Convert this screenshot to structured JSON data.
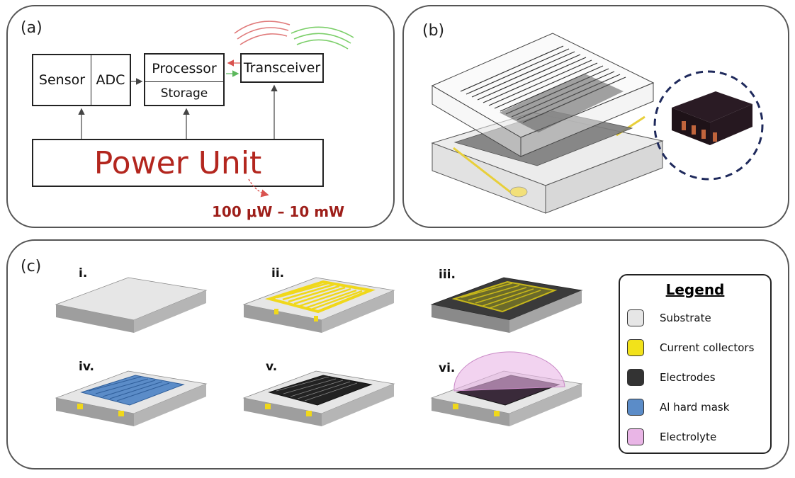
{
  "panel_a": {
    "label": "(a)",
    "sensor": "Sensor",
    "adc": "ADC",
    "processor": "Processor",
    "storage": "Storage",
    "transceiver": "Transceiver",
    "power_unit": "Power Unit",
    "power_range": "100 μW – 10 mW",
    "colors": {
      "power_text": "#b3261e",
      "arrow_red": "#d9534f",
      "arrow_green": "#5cb85c"
    }
  },
  "panel_b": {
    "label": "(b)"
  },
  "panel_c": {
    "label": "(c)",
    "steps": [
      "i.",
      "ii.",
      "iii.",
      "iv.",
      "v.",
      "vi."
    ],
    "legend": {
      "title": "Legend",
      "items": [
        {
          "label": "Substrate",
          "color": "#e6e6e6"
        },
        {
          "label": "Current collectors",
          "color": "#f2e21a"
        },
        {
          "label": "Electrodes",
          "color": "#333333"
        },
        {
          "label": "Al hard mask",
          "color": "#5b8cc8"
        },
        {
          "label": "Electrolyte",
          "color": "#e9b5e6"
        }
      ]
    }
  }
}
